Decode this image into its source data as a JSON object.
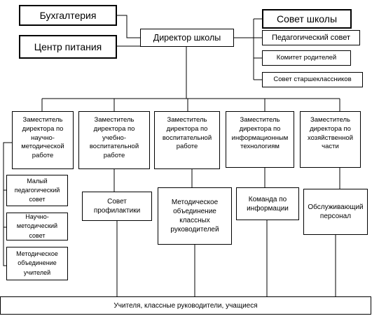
{
  "top_left": {
    "accounting": "Бухгалтерия",
    "food_center": "Центр питания"
  },
  "director": "Директор школы",
  "top_right": {
    "school_council": "Совет школы",
    "pedagogical_council": "Педагогический совет",
    "parents_committee": "Комитет родителей",
    "senior_council": "Совет старшеклассников"
  },
  "deputies": [
    "Заместитель директора по научно-методической работе",
    "Заместитель директора по учебно-воспитательной работе",
    "Заместитель директора по воспитательной работе",
    "Заместитель директора по информационным технологиям",
    "Заместитель директора по хозяйственной части"
  ],
  "left_subunits": [
    "Малый педагогический совет",
    "Научно-методический совет",
    "Методическое объединение учителей"
  ],
  "units": {
    "prevention_council": "Совет профилактики",
    "class_teachers_association": "Методическое объединение классных руководителей",
    "information_team": "Команда по информации",
    "service_staff": "Обслуживающий персонал"
  },
  "bottom": "Учителя, классные руководители, учащиеся"
}
